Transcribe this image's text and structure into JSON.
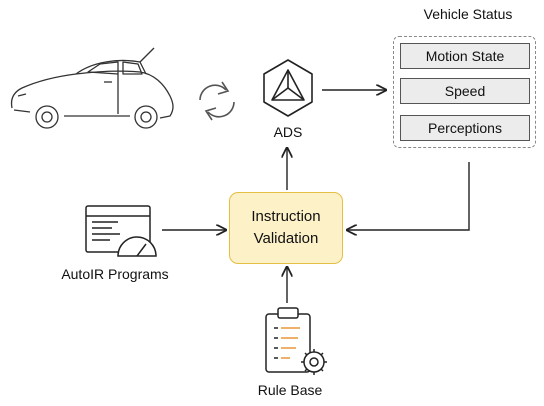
{
  "vehicle_status": {
    "title": "Vehicle Status",
    "items": [
      {
        "label": "Motion State"
      },
      {
        "label": "Speed"
      },
      {
        "label": "Perceptions"
      }
    ]
  },
  "ads": {
    "label": "ADS"
  },
  "validation": {
    "line1": "Instruction",
    "line2": "Validation"
  },
  "autoir": {
    "label": "AutoIR Programs"
  },
  "rule_base": {
    "label": "Rule Base"
  },
  "colors": {
    "validation_fill": "#fdf1c8",
    "validation_border": "#e4bf45",
    "status_item_fill": "#ececec",
    "gear_accent": "#e8963a"
  }
}
